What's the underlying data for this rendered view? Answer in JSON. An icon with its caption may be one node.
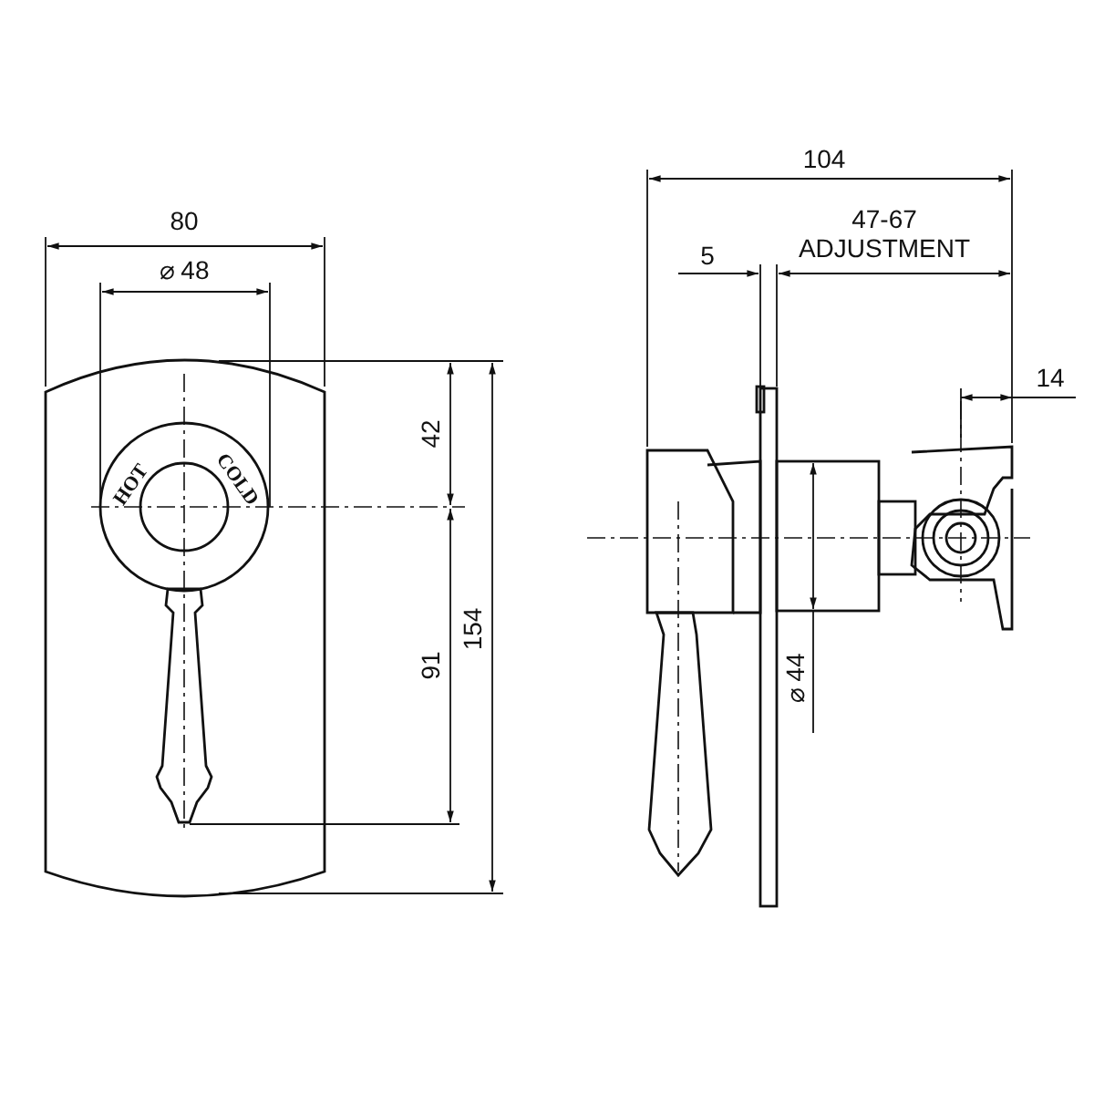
{
  "diagram": {
    "labels": [
      "80",
      "104",
      "⌀ 48",
      "5",
      "47-67 ADJUSTMENT",
      "14",
      "42",
      "HOT",
      "COLD",
      "91",
      "154",
      "⌀ 44"
    ]
  }
}
